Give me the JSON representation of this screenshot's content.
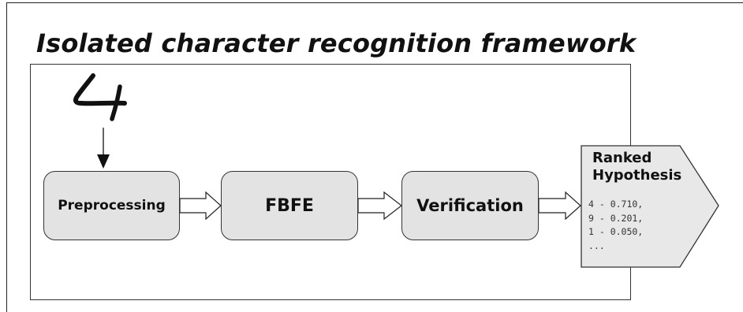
{
  "title": "Isolated character recognition framework",
  "input_glyph": "4",
  "stages": [
    {
      "label": "Preprocessing"
    },
    {
      "label": "FBFE"
    },
    {
      "label": "Verification"
    }
  ],
  "output": {
    "title_line1": "Ranked",
    "title_line2": "Hypothesis",
    "lines": [
      "4 - 0.710,",
      "9 - 0.201,",
      "1 - 0.050,",
      "..."
    ]
  },
  "colors": {
    "box_fill": "#e3e3e3",
    "output_fill": "#e8e8e8",
    "stroke": "#333333"
  }
}
